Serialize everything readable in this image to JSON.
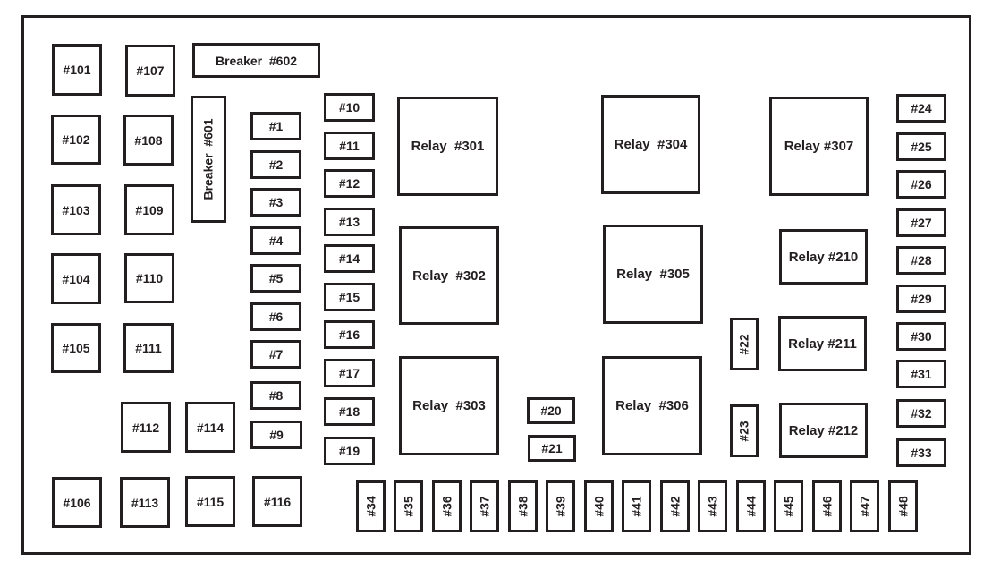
{
  "diagram": {
    "type": "fuse-box-layout",
    "colors": {
      "line": "#231f20",
      "background": "#ffffff"
    },
    "components": [
      {
        "id": "101",
        "label": "#101",
        "kind": "mini-fuse"
      },
      {
        "id": "102",
        "label": "#102",
        "kind": "mini-fuse"
      },
      {
        "id": "103",
        "label": "#103",
        "kind": "mini-fuse"
      },
      {
        "id": "104",
        "label": "#104",
        "kind": "mini-fuse"
      },
      {
        "id": "105",
        "label": "#105",
        "kind": "mini-fuse"
      },
      {
        "id": "106",
        "label": "#106",
        "kind": "mini-fuse"
      },
      {
        "id": "107",
        "label": "#107",
        "kind": "mini-fuse"
      },
      {
        "id": "108",
        "label": "#108",
        "kind": "mini-fuse"
      },
      {
        "id": "109",
        "label": "#109",
        "kind": "mini-fuse"
      },
      {
        "id": "110",
        "label": "#110",
        "kind": "mini-fuse"
      },
      {
        "id": "111",
        "label": "#111",
        "kind": "mini-fuse"
      },
      {
        "id": "112",
        "label": "#112",
        "kind": "mini-fuse"
      },
      {
        "id": "113",
        "label": "#113",
        "kind": "mini-fuse"
      },
      {
        "id": "114",
        "label": "#114",
        "kind": "mini-fuse"
      },
      {
        "id": "115",
        "label": "#115",
        "kind": "mini-fuse"
      },
      {
        "id": "116",
        "label": "#116",
        "kind": "mini-fuse"
      },
      {
        "id": "602",
        "label": "Breaker  #602",
        "kind": "breaker"
      },
      {
        "id": "601",
        "label": "Breaker  #601",
        "kind": "breaker",
        "orientation": "vertical"
      },
      {
        "id": "1",
        "label": "#1",
        "kind": "fuse"
      },
      {
        "id": "2",
        "label": "#2",
        "kind": "fuse"
      },
      {
        "id": "3",
        "label": "#3",
        "kind": "fuse"
      },
      {
        "id": "4",
        "label": "#4",
        "kind": "fuse"
      },
      {
        "id": "5",
        "label": "#5",
        "kind": "fuse"
      },
      {
        "id": "6",
        "label": "#6",
        "kind": "fuse"
      },
      {
        "id": "7",
        "label": "#7",
        "kind": "fuse"
      },
      {
        "id": "8",
        "label": "#8",
        "kind": "fuse"
      },
      {
        "id": "9",
        "label": "#9",
        "kind": "fuse"
      },
      {
        "id": "10",
        "label": "#10",
        "kind": "fuse"
      },
      {
        "id": "11",
        "label": "#11",
        "kind": "fuse"
      },
      {
        "id": "12",
        "label": "#12",
        "kind": "fuse"
      },
      {
        "id": "13",
        "label": "#13",
        "kind": "fuse"
      },
      {
        "id": "14",
        "label": "#14",
        "kind": "fuse"
      },
      {
        "id": "15",
        "label": "#15",
        "kind": "fuse"
      },
      {
        "id": "16",
        "label": "#16",
        "kind": "fuse"
      },
      {
        "id": "17",
        "label": "#17",
        "kind": "fuse"
      },
      {
        "id": "18",
        "label": "#18",
        "kind": "fuse"
      },
      {
        "id": "19",
        "label": "#19",
        "kind": "fuse"
      },
      {
        "id": "20",
        "label": "#20",
        "kind": "fuse"
      },
      {
        "id": "21",
        "label": "#21",
        "kind": "fuse"
      },
      {
        "id": "22",
        "label": "#22",
        "kind": "fuse",
        "orientation": "vertical"
      },
      {
        "id": "23",
        "label": "#23",
        "kind": "fuse",
        "orientation": "vertical"
      },
      {
        "id": "24",
        "label": "#24",
        "kind": "fuse"
      },
      {
        "id": "25",
        "label": "#25",
        "kind": "fuse"
      },
      {
        "id": "26",
        "label": "#26",
        "kind": "fuse"
      },
      {
        "id": "27",
        "label": "#27",
        "kind": "fuse"
      },
      {
        "id": "28",
        "label": "#28",
        "kind": "fuse"
      },
      {
        "id": "29",
        "label": "#29",
        "kind": "fuse"
      },
      {
        "id": "30",
        "label": "#30",
        "kind": "fuse"
      },
      {
        "id": "31",
        "label": "#31",
        "kind": "fuse"
      },
      {
        "id": "32",
        "label": "#32",
        "kind": "fuse"
      },
      {
        "id": "33",
        "label": "#33",
        "kind": "fuse"
      },
      {
        "id": "34",
        "label": "#34",
        "kind": "fuse",
        "orientation": "vertical"
      },
      {
        "id": "35",
        "label": "#35",
        "kind": "fuse",
        "orientation": "vertical"
      },
      {
        "id": "36",
        "label": "#36",
        "kind": "fuse",
        "orientation": "vertical"
      },
      {
        "id": "37",
        "label": "#37",
        "kind": "fuse",
        "orientation": "vertical"
      },
      {
        "id": "38",
        "label": "#38",
        "kind": "fuse",
        "orientation": "vertical"
      },
      {
        "id": "39",
        "label": "#39",
        "kind": "fuse",
        "orientation": "vertical"
      },
      {
        "id": "40",
        "label": "#40",
        "kind": "fuse",
        "orientation": "vertical"
      },
      {
        "id": "41",
        "label": "#41",
        "kind": "fuse",
        "orientation": "vertical"
      },
      {
        "id": "42",
        "label": "#42",
        "kind": "fuse",
        "orientation": "vertical"
      },
      {
        "id": "43",
        "label": "#43",
        "kind": "fuse",
        "orientation": "vertical"
      },
      {
        "id": "44",
        "label": "#44",
        "kind": "fuse",
        "orientation": "vertical"
      },
      {
        "id": "45",
        "label": "#45",
        "kind": "fuse",
        "orientation": "vertical"
      },
      {
        "id": "46",
        "label": "#46",
        "kind": "fuse",
        "orientation": "vertical"
      },
      {
        "id": "47",
        "label": "#47",
        "kind": "fuse",
        "orientation": "vertical"
      },
      {
        "id": "48",
        "label": "#48",
        "kind": "fuse",
        "orientation": "vertical"
      },
      {
        "id": "301",
        "label": "Relay  #301",
        "kind": "relay"
      },
      {
        "id": "302",
        "label": "Relay  #302",
        "kind": "relay"
      },
      {
        "id": "303",
        "label": "Relay  #303",
        "kind": "relay"
      },
      {
        "id": "304",
        "label": "Relay  #304",
        "kind": "relay"
      },
      {
        "id": "305",
        "label": "Relay  #305",
        "kind": "relay"
      },
      {
        "id": "306",
        "label": "Relay  #306",
        "kind": "relay"
      },
      {
        "id": "307",
        "label": "Relay #307",
        "kind": "relay"
      },
      {
        "id": "210",
        "label": "Relay #210",
        "kind": "relay"
      },
      {
        "id": "211",
        "label": "Relay #211",
        "kind": "relay"
      },
      {
        "id": "212",
        "label": "Relay #212",
        "kind": "relay"
      }
    ]
  }
}
